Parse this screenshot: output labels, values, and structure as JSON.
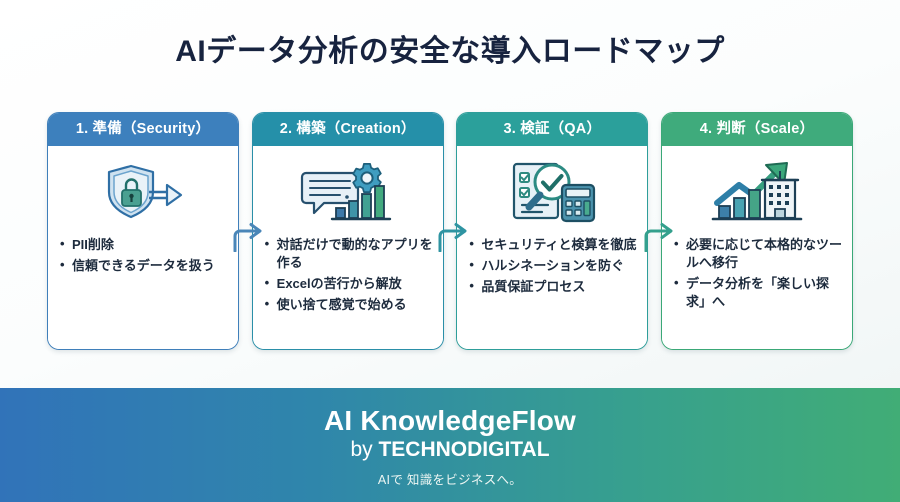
{
  "slide": {
    "title": "AIデータ分析の安全な導入ロードマップ"
  },
  "colors": {
    "title_text": "#17233f",
    "card1": "#3d80bd",
    "card2": "#2590a9",
    "card3": "#2ba09b",
    "card4": "#3fab7c",
    "footer_start": "#3173b9",
    "footer_end": "#41ad76"
  },
  "cards": [
    {
      "header": "1. 準備（Security）",
      "icon": "shield-lock-arrow-icon",
      "bullets": [
        "PII削除",
        "信頼できるデータを扱う"
      ]
    },
    {
      "header": "2. 構築（Creation）",
      "icon": "chat-gear-barchart-icon",
      "bullets": [
        "対話だけで動的なアプリを作る",
        "Excelの苦行から解放",
        "使い捨て感覚で始める"
      ]
    },
    {
      "header": "3. 検証（QA）",
      "icon": "checklist-magnifier-calculator-icon",
      "bullets": [
        "セキュリティと検算を徹底",
        "ハルシネーションを防ぐ",
        "品質保証プロセス"
      ]
    },
    {
      "header": "4. 判断（Scale）",
      "icon": "growth-arrow-building-icon",
      "bullets": [
        "必要に応じて本格的なツールへ移行",
        "データ分析を「楽しい探求」へ"
      ]
    }
  ],
  "arrows": [
    {
      "name": "arrow-step1-to-step2",
      "color": "#4a86b8"
    },
    {
      "name": "arrow-step2-to-step3",
      "color": "#2f94a2"
    },
    {
      "name": "arrow-step3-to-step4",
      "color": "#34a08d"
    }
  ],
  "footer": {
    "brand": "AI KnowledgeFlow",
    "by_prefix": "by ",
    "by_company": "TECHNODIGITAL",
    "tagline": "AIで 知識をビジネスへ。"
  }
}
